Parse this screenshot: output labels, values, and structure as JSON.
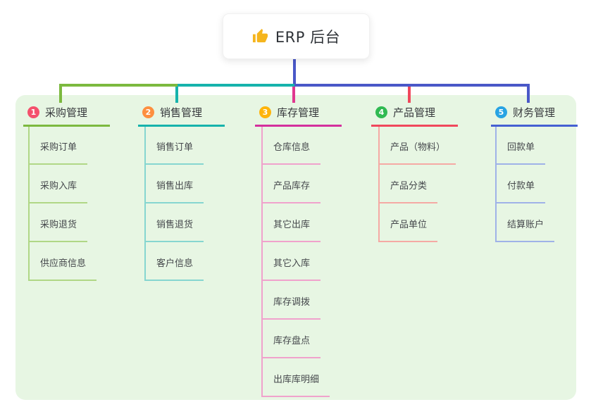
{
  "root": {
    "title": "ERP 后台",
    "icon": "thumbs-up-icon"
  },
  "connector_color": "#4a58c8",
  "background_color": "#e7f6e3",
  "branches": [
    {
      "badge": "1",
      "label": "采购管理",
      "color": "#7cb93f",
      "light_color": "#b0d786",
      "badge_color": "#f4516c",
      "children": [
        "采购订单",
        "采购入库",
        "采购退货",
        "供应商信息"
      ]
    },
    {
      "badge": "2",
      "label": "销售管理",
      "color": "#16b3ac",
      "light_color": "#86d6d0",
      "badge_color": "#fd8f3f",
      "children": [
        "销售订单",
        "销售出库",
        "销售退货",
        "客户信息"
      ]
    },
    {
      "badge": "3",
      "label": "库存管理",
      "color": "#d4309d",
      "light_color": "#f0a2cc",
      "badge_color": "#feb40a",
      "children": [
        "仓库信息",
        "产品库存",
        "其它出库",
        "其它入库",
        "库存调拨",
        "库存盘点",
        "出库库明细"
      ]
    },
    {
      "badge": "4",
      "label": "产品管理",
      "color": "#f0485c",
      "light_color": "#f5a9a4",
      "badge_color": "#30ba52",
      "children": [
        "产品（物料）",
        "产品分类",
        "产品单位"
      ]
    },
    {
      "badge": "5",
      "label": "财务管理",
      "color": "#4560d2",
      "light_color": "#9fb2e8",
      "badge_color": "#28a3e3",
      "children": [
        "回款单",
        "付款单",
        "结算账户"
      ]
    }
  ]
}
